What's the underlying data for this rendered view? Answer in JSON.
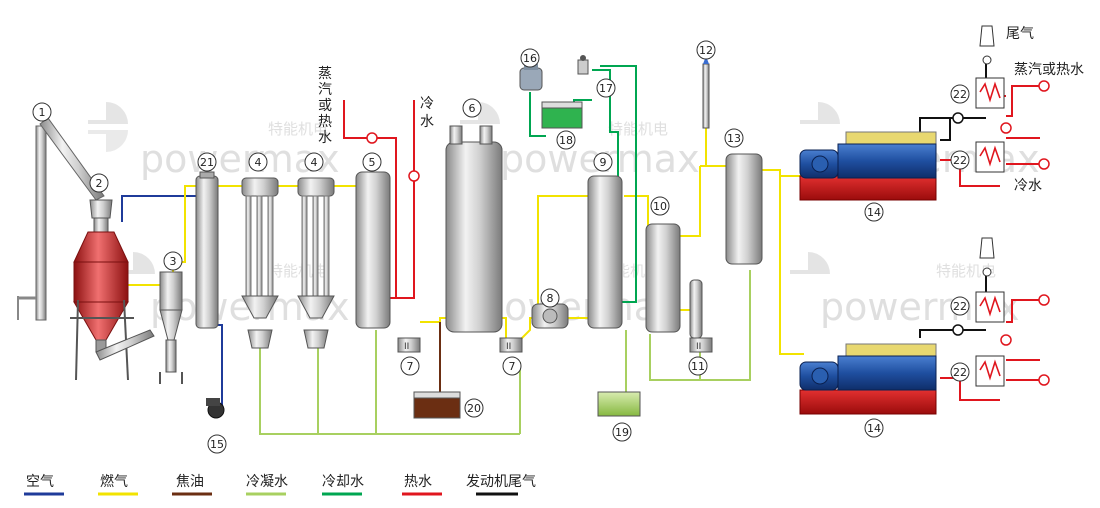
{
  "watermark": {
    "brand_en": "powermax",
    "brand_cn": "特能机电"
  },
  "colors": {
    "air": "#1f3b9a",
    "gas": "#f2e300",
    "tar": "#6b2e12",
    "condensate": "#a8d060",
    "cooling_water": "#00a651",
    "hot_water": "#e0161e",
    "exhaust": "#111111"
  },
  "labels": {
    "steam_or_hot_water_v": [
      "蒸",
      "汽",
      "或",
      "热",
      "水"
    ],
    "cold_water_v": [
      "冷",
      "水"
    ],
    "exhaust": "尾气",
    "steam_or_hot_water": "蒸汽或热水",
    "cold_water": "冷水"
  },
  "numbers": {
    "n1": "1",
    "n2": "2",
    "n3": "3",
    "n4a": "4",
    "n4b": "4",
    "n5": "5",
    "n6": "6",
    "n7a": "7",
    "n7b": "7",
    "n8": "8",
    "n9": "9",
    "n10": "10",
    "n11": "11",
    "n12": "12",
    "n13": "13",
    "n14a": "14",
    "n14b": "14",
    "n15": "15",
    "n16": "16",
    "n17": "17",
    "n18": "18",
    "n19": "19",
    "n20": "20",
    "n21": "21",
    "n22a": "22",
    "n22b": "22",
    "n22c": "22",
    "n22d": "22"
  },
  "legend": [
    {
      "label": "空气",
      "color": "#1f3b9a"
    },
    {
      "label": "燃气",
      "color": "#f2e300"
    },
    {
      "label": "焦油",
      "color": "#6b2e12"
    },
    {
      "label": "冷凝水",
      "color": "#a8d060"
    },
    {
      "label": "冷却水",
      "color": "#00a651"
    },
    {
      "label": "热水",
      "color": "#e0161e"
    },
    {
      "label": "发动机尾气",
      "color": "#111111"
    }
  ]
}
